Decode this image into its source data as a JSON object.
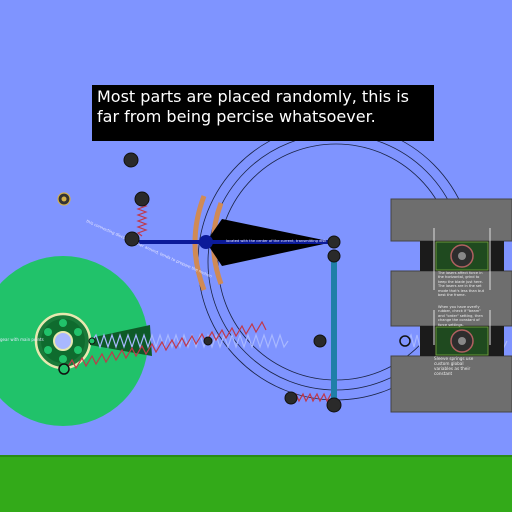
{
  "caption": "Most parts are placed randomly, this is far from being percise whatsoever.",
  "labels": {
    "diagonal": "this connecting discs and other around, tends to prepare the motion",
    "arm": "located with the center of the current, transmitting disk",
    "left_small": "gear with main points",
    "note_top": "The lasers affect force in the horizontal, grind to keep the blade just here. The lasers are in the set mode that's less than but best the frame.",
    "note_mid": "When you have overfly rubber, check if \"beam\" and \"order\" setting, then change the constant of force settings.",
    "note_bottom": "Sleeve springs use custom global variables as their constant"
  },
  "colors": {
    "sky": "#7f94ff",
    "ground": "#33aa19",
    "big_disc": "#21c26a",
    "arm": "#0b1a99",
    "cone": "#000000",
    "block": "#6e6e6e"
  }
}
